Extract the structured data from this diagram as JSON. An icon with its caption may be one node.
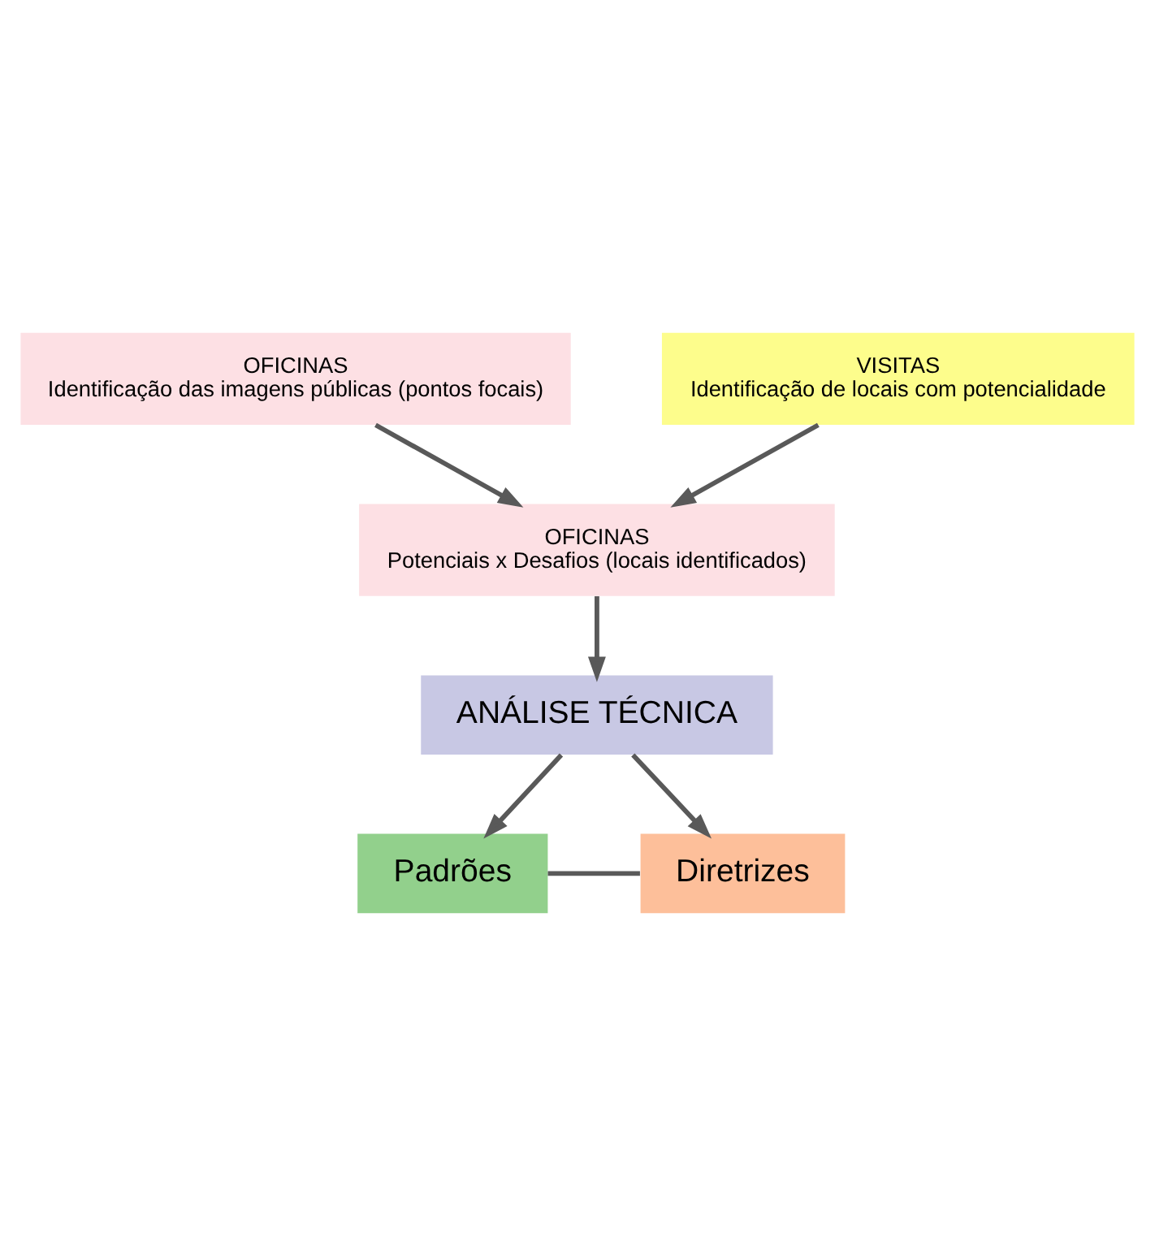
{
  "diagram": {
    "nodes": [
      {
        "text": [
          "OFICINAS",
          "Identificação das imagens públicas (pontos focais)"
        ]
      },
      {
        "text": [
          "VISITAS",
          "Identificação de locais com potencialidade"
        ]
      },
      {
        "text": [
          "OFICINAS",
          "Potenciais x Desafios (locais identificados)"
        ]
      },
      {
        "text": [
          "ANÁLISE TÉCNICA"
        ]
      },
      {
        "text": [
          "Padrões"
        ]
      },
      {
        "text": [
          "Diretrizes"
        ]
      }
    ],
    "edges": [
      {
        "from": 0,
        "to": 2,
        "arrow": "to"
      },
      {
        "from": 1,
        "to": 2,
        "arrow": "to"
      },
      {
        "from": 2,
        "to": 3,
        "arrow": "to"
      },
      {
        "from": 3,
        "to": 4,
        "arrow": "to"
      },
      {
        "from": 3,
        "to": 5,
        "arrow": "to"
      },
      {
        "from": 4,
        "to": 5,
        "arrow": "none"
      }
    ]
  }
}
